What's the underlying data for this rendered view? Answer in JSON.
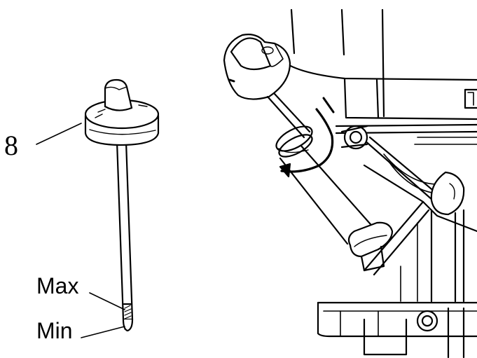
{
  "callouts": {
    "part_number": "8",
    "max_label": "Max",
    "min_label": "Min"
  },
  "icons": {
    "dipstick": "dipstick-icon",
    "engine": "engine-assembly-icon",
    "arrow": "rotation-arrow-icon"
  },
  "colors": {
    "line": "#000000",
    "fill": "#ffffff",
    "shade": "#8a8a8a"
  }
}
